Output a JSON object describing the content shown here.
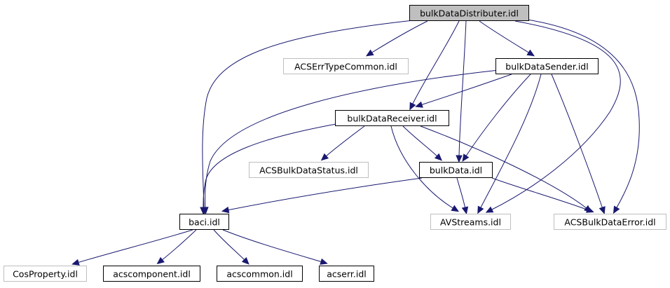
{
  "colors": {
    "edge": "#191970",
    "root_fill": "#bfbfbf",
    "node_fill": "#ffffff",
    "node_border": "#000000",
    "external_border": "#bfbfbf",
    "text": "#000000"
  },
  "nodes": [
    {
      "id": "bulkDataDistributer",
      "label": "bulkDataDistributer.idl",
      "kind": "root"
    },
    {
      "id": "ACSErrTypeCommon",
      "label": "ACSErrTypeCommon.idl",
      "kind": "external"
    },
    {
      "id": "bulkDataSender",
      "label": "bulkDataSender.idl",
      "kind": "internal"
    },
    {
      "id": "bulkDataReceiver",
      "label": "bulkDataReceiver.idl",
      "kind": "internal"
    },
    {
      "id": "ACSBulkDataStatus",
      "label": "ACSBulkDataStatus.idl",
      "kind": "external"
    },
    {
      "id": "bulkData",
      "label": "bulkData.idl",
      "kind": "internal"
    },
    {
      "id": "baci",
      "label": "baci.idl",
      "kind": "internal"
    },
    {
      "id": "AVStreams",
      "label": "AVStreams.idl",
      "kind": "external"
    },
    {
      "id": "ACSBulkDataError",
      "label": "ACSBulkDataError.idl",
      "kind": "external"
    },
    {
      "id": "CosProperty",
      "label": "CosProperty.idl",
      "kind": "external"
    },
    {
      "id": "acscomponent",
      "label": "acscomponent.idl",
      "kind": "internal"
    },
    {
      "id": "acscommon",
      "label": "acscommon.idl",
      "kind": "internal"
    },
    {
      "id": "acserr",
      "label": "acserr.idl",
      "kind": "internal"
    }
  ],
  "edges": [
    {
      "from": "bulkDataDistributer",
      "to": "ACSErrTypeCommon"
    },
    {
      "from": "bulkDataDistributer",
      "to": "bulkDataSender"
    },
    {
      "from": "bulkDataDistributer",
      "to": "bulkDataReceiver"
    },
    {
      "from": "bulkDataDistributer",
      "to": "bulkData"
    },
    {
      "from": "bulkDataDistributer",
      "to": "baci"
    },
    {
      "from": "bulkDataDistributer",
      "to": "AVStreams"
    },
    {
      "from": "bulkDataDistributer",
      "to": "ACSBulkDataError"
    },
    {
      "from": "bulkDataSender",
      "to": "bulkDataReceiver"
    },
    {
      "from": "bulkDataSender",
      "to": "baci"
    },
    {
      "from": "bulkDataSender",
      "to": "bulkData"
    },
    {
      "from": "bulkDataSender",
      "to": "AVStreams"
    },
    {
      "from": "bulkDataSender",
      "to": "ACSBulkDataError"
    },
    {
      "from": "bulkDataReceiver",
      "to": "ACSBulkDataStatus"
    },
    {
      "from": "bulkDataReceiver",
      "to": "bulkData"
    },
    {
      "from": "bulkDataReceiver",
      "to": "baci"
    },
    {
      "from": "bulkDataReceiver",
      "to": "AVStreams"
    },
    {
      "from": "bulkDataReceiver",
      "to": "ACSBulkDataError"
    },
    {
      "from": "bulkData",
      "to": "baci"
    },
    {
      "from": "bulkData",
      "to": "AVStreams"
    },
    {
      "from": "bulkData",
      "to": "ACSBulkDataError"
    },
    {
      "from": "baci",
      "to": "CosProperty"
    },
    {
      "from": "baci",
      "to": "acscomponent"
    },
    {
      "from": "baci",
      "to": "acscommon"
    },
    {
      "from": "baci",
      "to": "acserr"
    }
  ]
}
